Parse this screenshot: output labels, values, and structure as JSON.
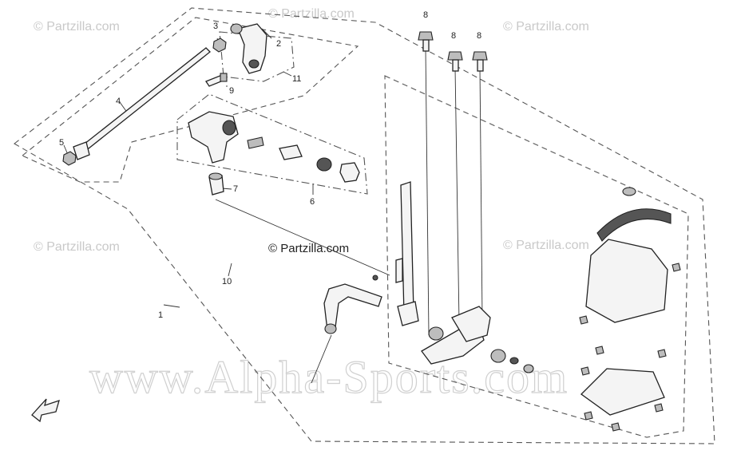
{
  "watermarks": {
    "partzilla_small": "© Partzilla.com",
    "partzilla_center": "© Partzilla.com",
    "alpha_sports": "www.Alpha-Sports.com"
  },
  "callouts": {
    "n1": "1",
    "n2": "2",
    "n3": "3",
    "n4": "4",
    "n5": "5",
    "n6": "6",
    "n7": "7",
    "n8a": "8",
    "n8b": "8",
    "n8c": "8",
    "n9": "9",
    "n10": "10",
    "n11": "11"
  },
  "colors": {
    "line": "#222222",
    "watermark": "#c9c9c9"
  },
  "icons": {
    "front_arrow": "front-direction-arrow-icon"
  }
}
